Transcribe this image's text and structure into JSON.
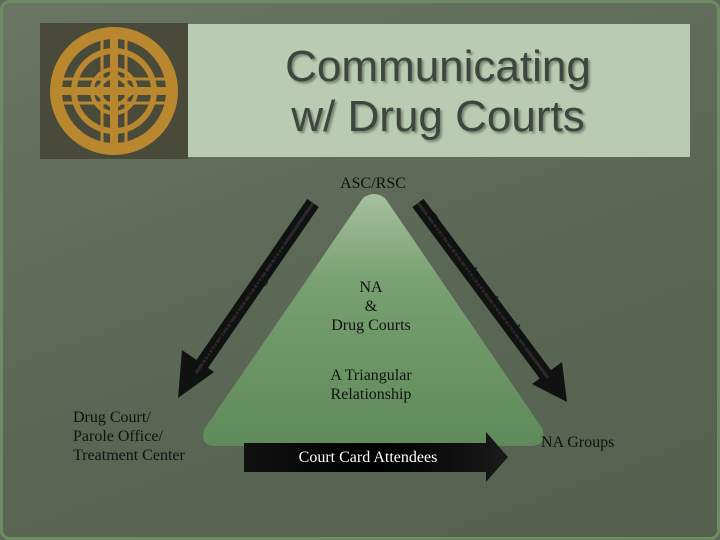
{
  "slide": {
    "title_line1": "Communicating",
    "title_line2": "w/ Drug Courts"
  },
  "diagram": {
    "top_label": "ASC/RSC",
    "center_lines": [
      "NA",
      "&",
      "Drug Courts"
    ],
    "relationship_lines": [
      "A Triangular",
      "Relationship"
    ],
    "left_label_lines": [
      "Drug Court/",
      "Parole Office/",
      "Treatment Center"
    ],
    "right_label": "NA Groups",
    "left_edge_text": "Interacts w/Drug Court",
    "right_edge_text": "Concerns about Attendees",
    "bottom_edge_text": "Court Card Attendees"
  },
  "colors": {
    "background": "#5f6b58",
    "title_panel": "#b9cbb0",
    "triangle": "#6c9267",
    "logo_gold": "#b8872e"
  }
}
